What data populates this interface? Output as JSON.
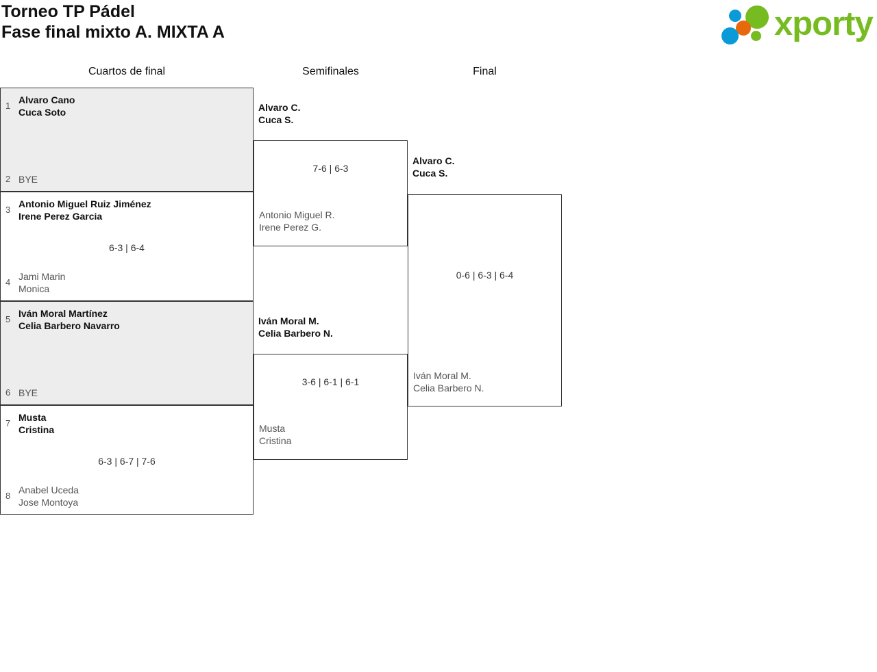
{
  "header": {
    "tournament_title": "Torneo TP Pádel",
    "phase_title": "Fase final mixto A. MIXTA A",
    "logo": {
      "wordmark": "xporty",
      "colors": {
        "green": "#76bc21",
        "blue": "#0b9ad8",
        "orange": "#e8690b"
      }
    }
  },
  "rounds": [
    {
      "label": "Cuartos de final"
    },
    {
      "label": "Semifinales"
    },
    {
      "label": "Final"
    }
  ],
  "quarterfinals": [
    {
      "shaded": true,
      "score": "",
      "top": {
        "seed": "1",
        "p1": "Alvaro Cano",
        "p2": "Cuca Soto",
        "result": "winner"
      },
      "bottom": {
        "seed": "2",
        "p1": "BYE",
        "p2": "",
        "result": "bye"
      }
    },
    {
      "shaded": false,
      "score": "6-3 | 6-4",
      "top": {
        "seed": "3",
        "p1": "Antonio Miguel Ruiz Jiménez",
        "p2": "Irene Perez Garcia",
        "result": "winner"
      },
      "bottom": {
        "seed": "4",
        "p1": "Jami Marin",
        "p2": "Monica",
        "result": "loser"
      }
    },
    {
      "shaded": true,
      "score": "",
      "top": {
        "seed": "5",
        "p1": "Iván Moral Martínez",
        "p2": "Celia Barbero Navarro",
        "result": "winner"
      },
      "bottom": {
        "seed": "6",
        "p1": "BYE",
        "p2": "",
        "result": "bye"
      }
    },
    {
      "shaded": false,
      "score": "6-3 | 6-7 | 7-6",
      "top": {
        "seed": "7",
        "p1": "Musta",
        "p2": "Cristina",
        "result": "winner"
      },
      "bottom": {
        "seed": "8",
        "p1": "Anabel Uceda",
        "p2": "Jose Montoya",
        "result": "loser"
      }
    }
  ],
  "semifinals": [
    {
      "score": "7-6 | 6-3",
      "top": {
        "p1": "Alvaro C.",
        "p2": "Cuca S.",
        "result": "winner"
      },
      "bottom": {
        "p1": "Antonio Miguel R.",
        "p2": "Irene Perez G.",
        "result": "loser"
      }
    },
    {
      "score": "3-6 | 6-1 | 6-1",
      "top": {
        "p1": "Iván Moral M.",
        "p2": "Celia Barbero N.",
        "result": "winner"
      },
      "bottom": {
        "p1": "Musta",
        "p2": "Cristina",
        "result": "loser"
      }
    }
  ],
  "final": [
    {
      "score": "0-6 | 6-3 | 6-4",
      "top": {
        "p1": "Alvaro C.",
        "p2": "Cuca S.",
        "result": "winner"
      },
      "bottom": {
        "p1": "Iván Moral M.",
        "p2": "Celia Barbero N.",
        "result": "loser"
      }
    }
  ]
}
